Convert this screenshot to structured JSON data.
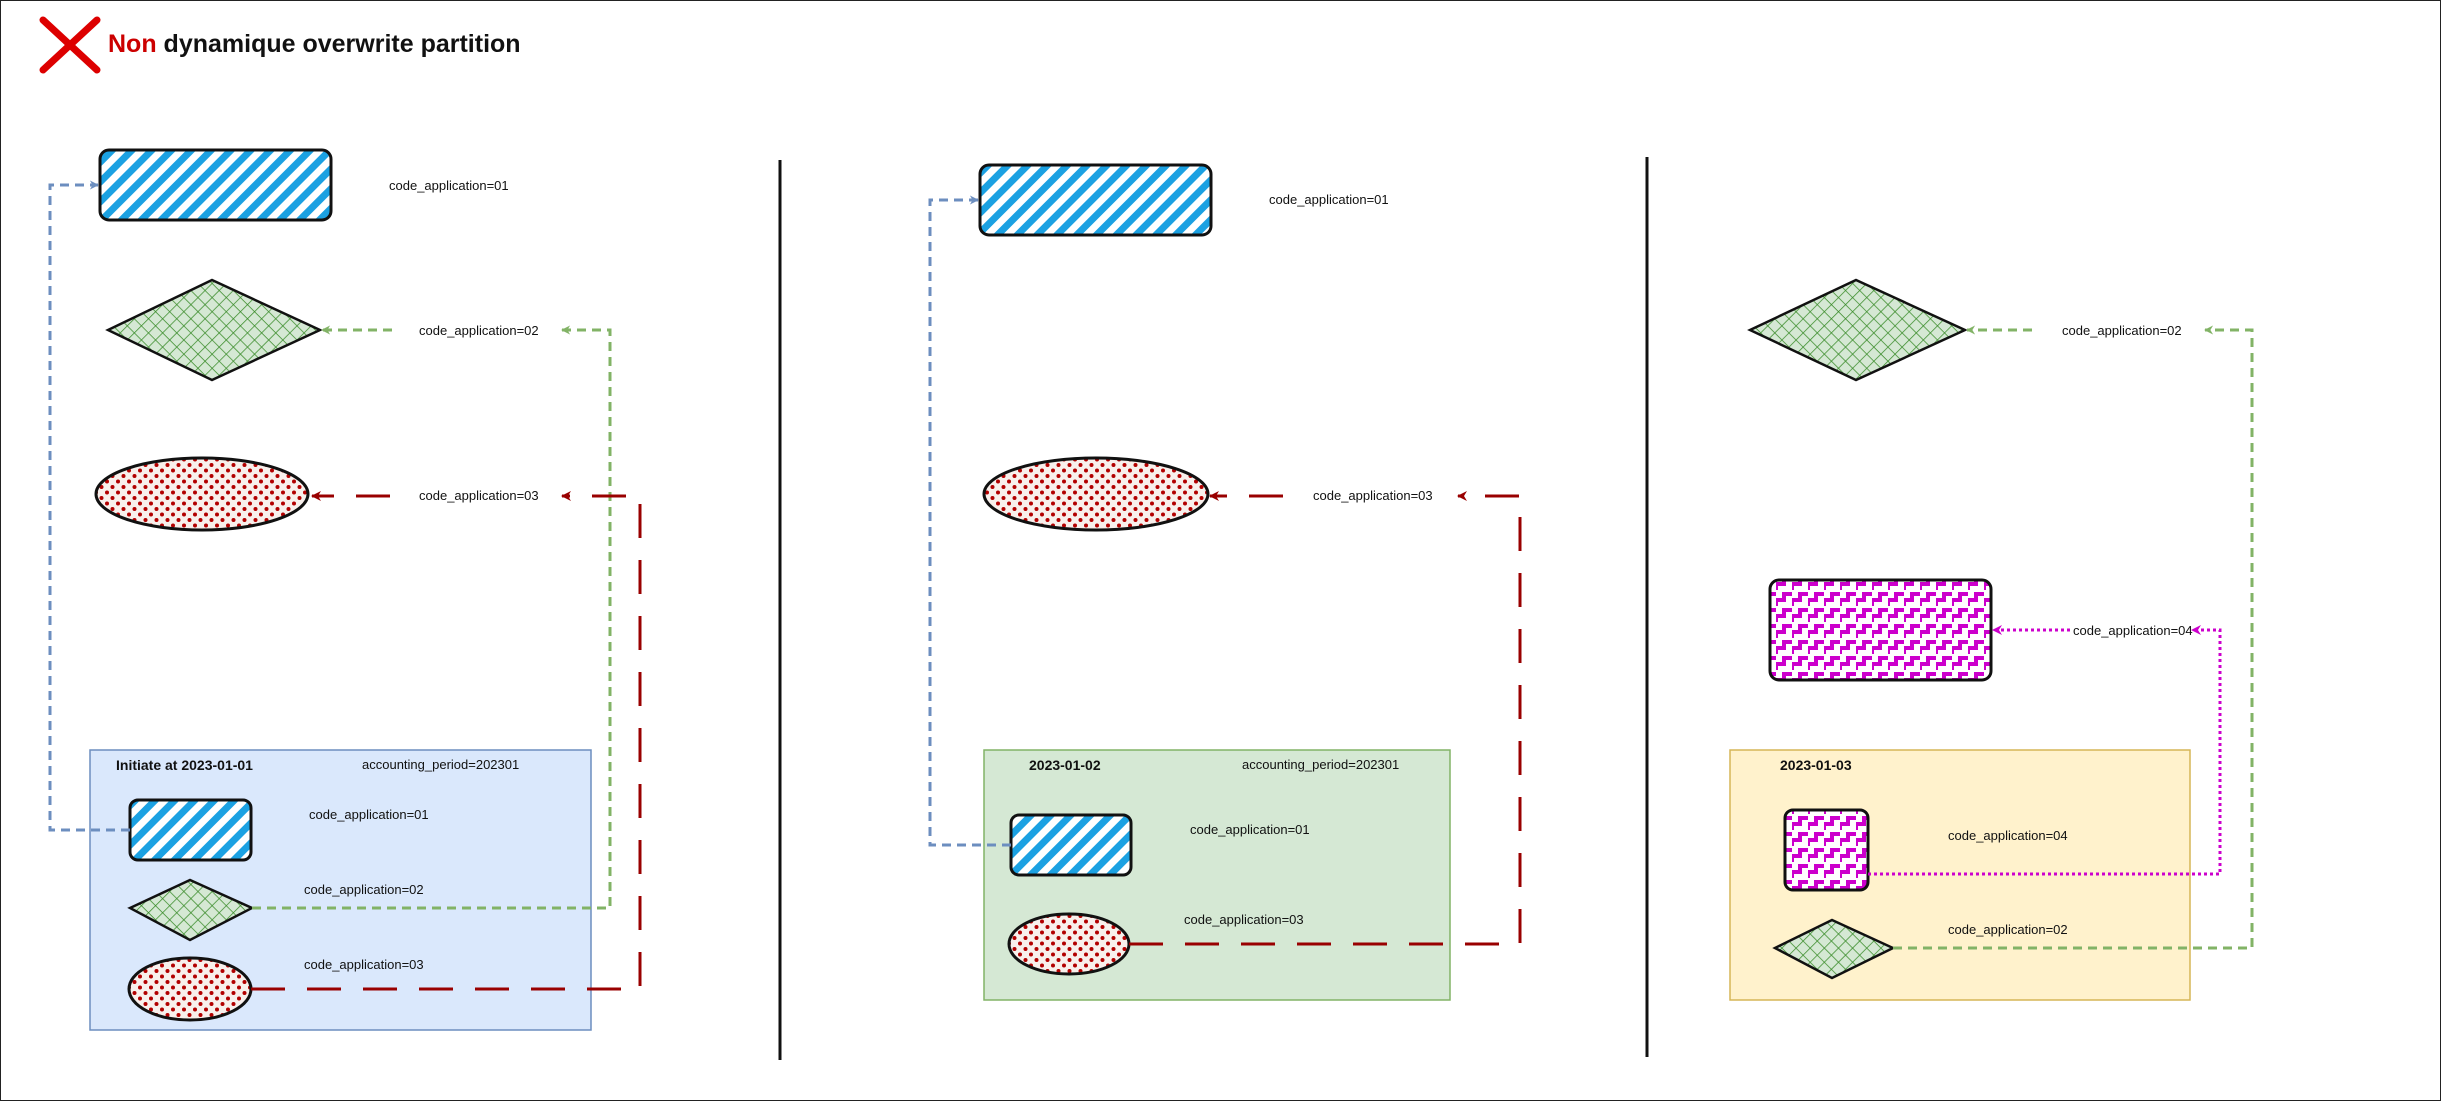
{
  "title": {
    "negation": "Non",
    "rest": " dynamique overwrite partition",
    "icon": "cross-icon",
    "icon_color": "#dd0000"
  },
  "colors": {
    "blue_fill": "#1ba1e2",
    "green_fill": "#3a8c2a",
    "red_fill": "#b20000",
    "magenta_fill": "#cc00cc",
    "blue_line": "#6c8ebf",
    "green_line": "#82b366",
    "dark_red_line": "#990000",
    "magenta_line": "#cc00cc",
    "panel_1": "#dae8fc",
    "panel_2": "#d5e8d4",
    "panel_3": "#fff2cc"
  },
  "panels": [
    {
      "title": "Initiate at 2023-01-01",
      "period": "accounting_period=202301",
      "rows": [
        "code_application=01",
        "code_application=02",
        "code_application=03"
      ]
    },
    {
      "title": "2023-01-02",
      "period": "accounting_period=202301",
      "rows": [
        "code_application=01",
        "code_application=03"
      ]
    },
    {
      "title": "2023-01-03",
      "rows": [
        "code_application=04",
        "code_application=02"
      ]
    }
  ],
  "results": [
    [
      "code_application=01",
      "code_application=02",
      "code_application=03"
    ],
    [
      "code_application=01",
      "code_application=03"
    ],
    [
      "code_application=02",
      "code_application=04"
    ]
  ]
}
